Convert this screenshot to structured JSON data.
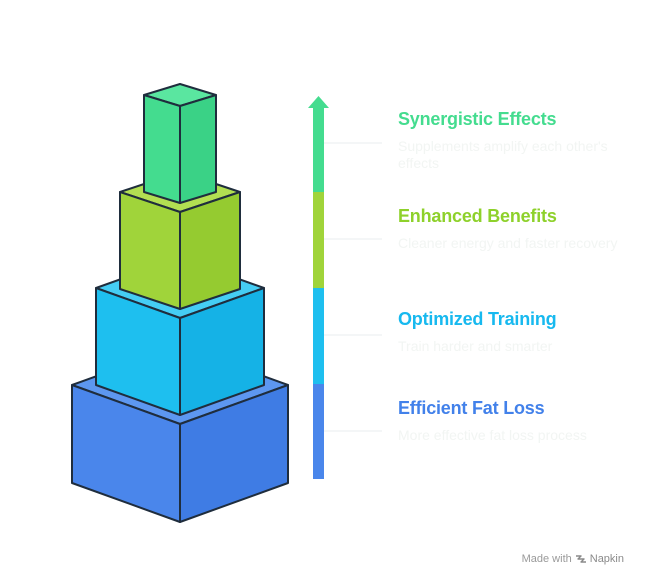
{
  "colors": {
    "green": "#44dc8f",
    "lime": "#a0d43a",
    "cyan": "#1ebfef",
    "blue": "#4a86eb",
    "outline": "#1f2d3d",
    "desc_text": "#f2f5f3"
  },
  "levels": [
    {
      "title": "Synergistic Effects",
      "description": "Supplements amplify each other's effects",
      "color": "#44dc8f"
    },
    {
      "title": "Enhanced Benefits",
      "description": "Cleaner energy and faster recovery",
      "color": "#8ed12b"
    },
    {
      "title": "Optimized Training",
      "description": "Train harder and smarter",
      "color": "#17b9ef"
    },
    {
      "title": "Efficient Fat Loss",
      "description": "More effective fat loss process",
      "color": "#4281ea"
    }
  ],
  "watermark": {
    "prefix": "Made with",
    "brand": "Napkin",
    "icon": "napkin-logo-icon"
  }
}
